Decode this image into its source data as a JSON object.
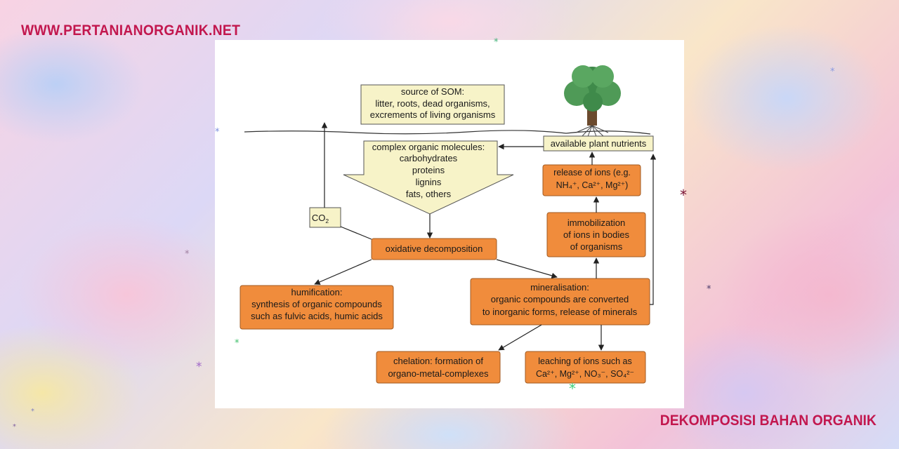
{
  "site_label": "WWW.PERTANIANORGANIK.NET",
  "caption": "DEKOMPOSISI BAHAN ORGANIK",
  "diagram": {
    "source_title": "source of SOM:",
    "source_line1": "litter, roots, dead organisms,",
    "source_line2": "excrements of living organisms",
    "complex_title": "complex organic molecules:",
    "complex_items": [
      "carbohydrates",
      "proteins",
      "lignins",
      "fats, others"
    ],
    "co2": "CO",
    "co2_sub": "2",
    "nutrients": "available plant nutrients",
    "release_line1": "release of ions (e.g.",
    "release_line2": "NH₄⁺, Ca²⁺, Mg²⁺)",
    "immob_line1": "immobilization",
    "immob_line2": "of ions in bodies",
    "immob_line3": "of organisms",
    "oxidative": "oxidative decomposition",
    "humi_line1": "humification:",
    "humi_line2": "synthesis of organic compounds",
    "humi_line3": "such as fulvic acids, humic acids",
    "miner_line1": "mineralisation:",
    "miner_line2": "organic compounds are converted",
    "miner_line3": "to inorganic forms, release of minerals",
    "chel_line1": "chelation: formation of",
    "chel_line2": "organo-metal-complexes",
    "leach_line1": "leaching of ions such as",
    "leach_line2": "Ca²⁺, Mg²⁺, NO₃⁻, SO₄²⁻"
  },
  "colors": {
    "brand": "#c2174e",
    "orange_box": "#f08c3c",
    "yellow_box": "#f7f3c8",
    "tree_green": "#3f8a4a"
  }
}
